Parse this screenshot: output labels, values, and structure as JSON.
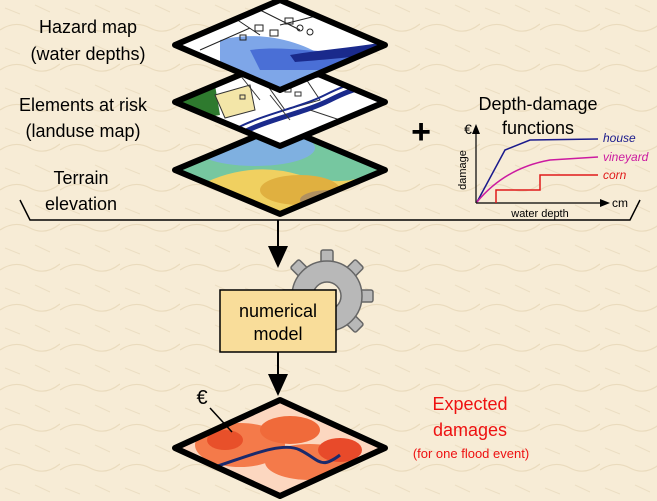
{
  "layers": {
    "hazard_label_1": "Hazard map",
    "hazard_label_2": "(water depths)",
    "risk_label_1": "Elements at risk",
    "risk_label_2": "(landuse map)",
    "terrain_label_1": "Terrain",
    "terrain_label_2": "elevation"
  },
  "plus_sign": "+",
  "damage_functions": {
    "title_1": "Depth-damage",
    "title_2": "functions",
    "y_unit": "€",
    "y_label": "damage",
    "x_unit": "cm",
    "x_label": "water depth",
    "curves": [
      {
        "name": "house",
        "color": "#1a1a8c"
      },
      {
        "name": "vineyard",
        "color": "#cc1aa0"
      },
      {
        "name": "corn",
        "color": "#e01a1a"
      }
    ]
  },
  "model": {
    "label_1": "numerical",
    "label_2": "model"
  },
  "output": {
    "euro_marker": "€",
    "title_1": "Expected",
    "title_2": "damages",
    "subtitle": "(for one flood event)",
    "color": "#ee1111"
  }
}
